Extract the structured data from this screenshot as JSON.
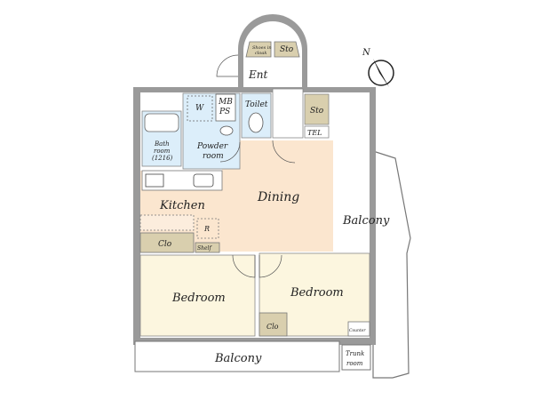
{
  "rooms": {
    "shoes_in_cloak": "Shoes in cloak",
    "shoes_line1": "Shoes in",
    "shoes_line2": "cloak",
    "sto_top": "Sto",
    "ent": "Ent",
    "w": "W",
    "mb": "MB",
    "ps": "PS",
    "toilet": "Toilet",
    "sto_right": "Sto",
    "tel": "TEL",
    "bath_line1": "Bath",
    "bath_line2": "room",
    "bath_line3": "(1216)",
    "powder_line1": "Powder",
    "powder_line2": "room",
    "kitchen": "Kitchen",
    "dining": "Dining",
    "r": "R",
    "clo_kitchen": "Clo",
    "shelf": "Shelf",
    "balcony_right": "Balcony",
    "bedroom_left": "Bedroom",
    "bedroom_right": "Bedroom",
    "clo_bedroom": "Clo",
    "counter": "Counter",
    "balcony_bottom": "Balcony",
    "trunk_line1": "Trunk",
    "trunk_line2": "room"
  },
  "compass": {
    "label": "N"
  },
  "colors": {
    "wall": "#9a9a9a",
    "wet_area": "#dceefa",
    "ldk": "#fbe6cf",
    "bedroom": "#fcf6df",
    "storage": "#d9cfae"
  }
}
